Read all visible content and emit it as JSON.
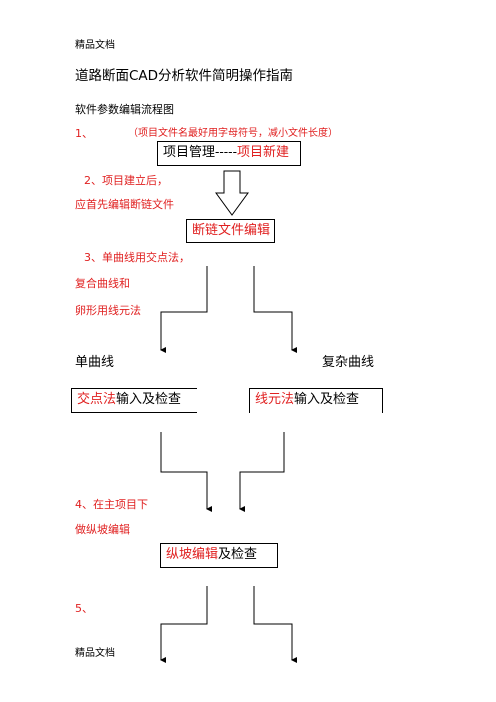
{
  "header": "精品文档",
  "footer": "精品文档",
  "title": "道路断面CAD分析软件简明操作指南",
  "subtitle": "软件参数编辑流程图",
  "step1": {
    "num": "1、",
    "note": "（项目文件名最好用字母符号，减小文件长度）"
  },
  "box1": {
    "black": "项目管理-----",
    "red": "项目新建"
  },
  "step2": {
    "line1": "2、项目建立后，",
    "line2": "应首先编辑断链文件"
  },
  "box2": {
    "red": "断链文件编辑"
  },
  "step3": {
    "line1": "3、单曲线用交点法，",
    "line2": "复合曲线和",
    "line3": "卵形用线元法"
  },
  "labels": {
    "left": "单曲线",
    "right": "复杂曲线"
  },
  "box3": {
    "red": "交点法",
    "black": "输入及检查"
  },
  "box4": {
    "red": "线元法",
    "black": "输入及检查"
  },
  "step4": {
    "line1": "4、在主项目下",
    "line2": "做纵坡编辑"
  },
  "box5": {
    "red": "纵坡编辑",
    "black": "及检查"
  },
  "step5": {
    "num": "5、"
  }
}
